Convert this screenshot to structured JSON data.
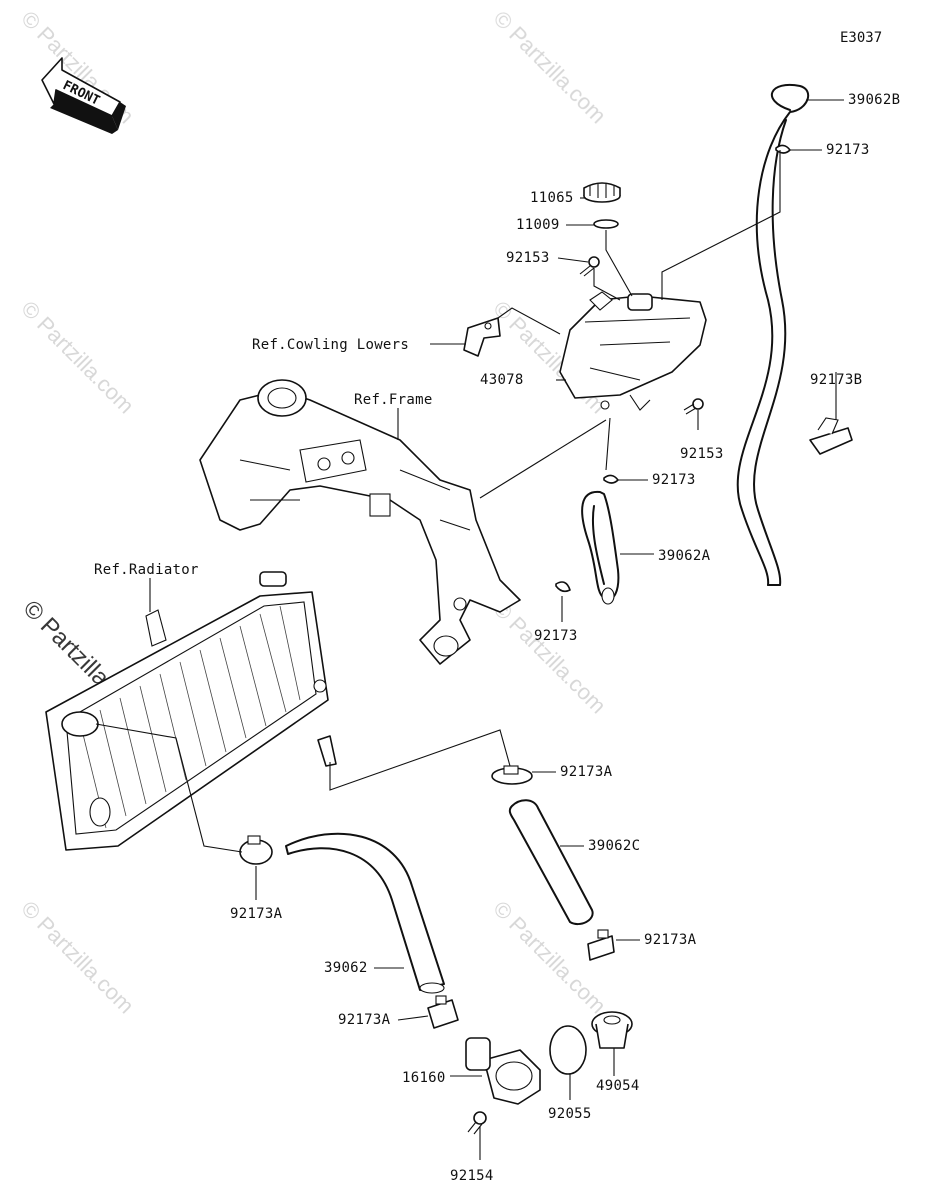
{
  "diagram_code": "E3037",
  "front_arrow": {
    "label": "FRONT"
  },
  "watermark": {
    "text": "© Partzilla.com"
  },
  "refs": {
    "cowling": "Ref.Cowling Lowers",
    "frame": "Ref.Frame",
    "radiator": "Ref.Radiator"
  },
  "parts": {
    "p39062B": "39062B",
    "p92173_top": "92173",
    "p11065": "11065",
    "p11009": "11009",
    "p92153_a": "92153",
    "p43078": "43078",
    "p92153_b": "92153",
    "p92173B": "92173B",
    "p92173_mid": "92173",
    "p39062A": "39062A",
    "p92173_low": "92173",
    "p92173A_1": "92173A",
    "p39062C": "39062C",
    "p92173A_2": "92173A",
    "p92173A_3": "92173A",
    "p39062": "39062",
    "p92173A_4": "92173A",
    "p16160": "16160",
    "p49054": "49054",
    "p92055": "92055",
    "p92154": "92154"
  }
}
